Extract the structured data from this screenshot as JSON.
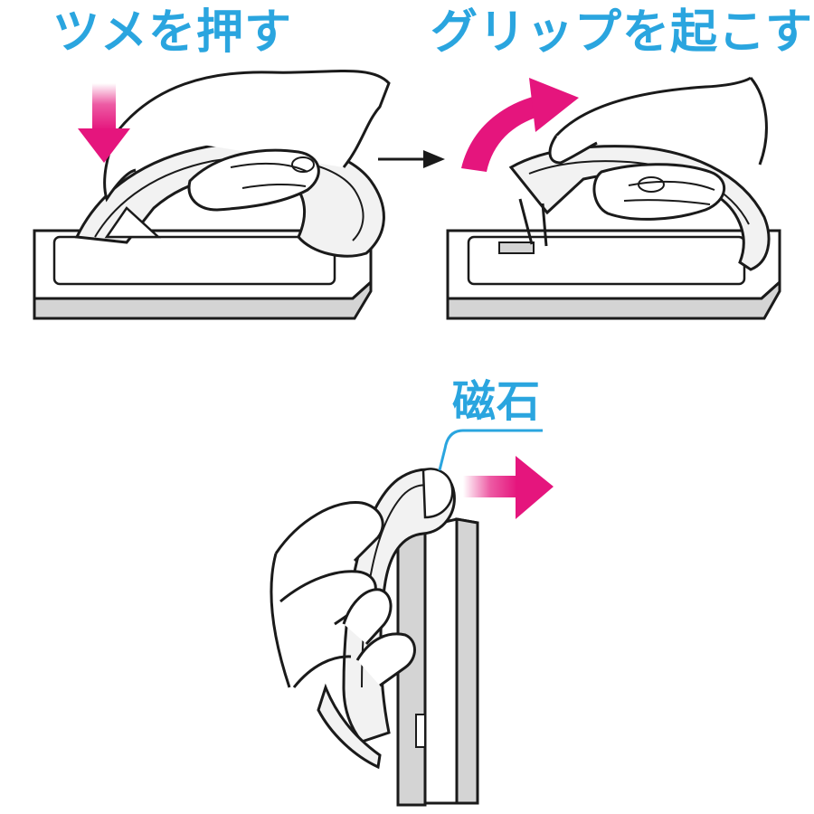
{
  "labels": {
    "step1": "ツメを押す",
    "step2": "グリップを起こす",
    "magnet": "磁石"
  },
  "colors": {
    "label_text": "#2aa5df",
    "arrow_magenta": "#e5157d",
    "outline": "#1a1a1a",
    "board_side": "#d4d4d4",
    "board_top": "#ffffff",
    "grip_fill": "#f2f2f2"
  },
  "icons": {
    "step_arrow": "right-arrow-icon",
    "press_arrow": "down-arrow-icon",
    "lift_arrow": "curved-up-arrow-icon",
    "pull_arrow": "right-pull-arrow-icon"
  }
}
